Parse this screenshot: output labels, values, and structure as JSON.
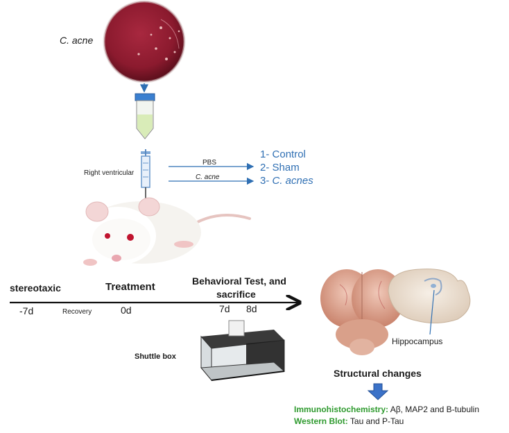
{
  "organism_label": "C. acne",
  "injection_site": "Right ventricular",
  "arrows": {
    "pbs": "PBS",
    "c_acne": "C. acne"
  },
  "groups": [
    {
      "num": "1-",
      "name": "Control"
    },
    {
      "num": "2-",
      "name": "Sham"
    },
    {
      "num": "3-",
      "name": "C. acnes"
    }
  ],
  "timeline": {
    "stages": [
      "stereotaxic",
      "Treatment",
      "Behavioral Test, and",
      "sacrifice"
    ],
    "recovery": "Recovery",
    "ticks": [
      "-7d",
      "0d",
      "7d",
      "8d"
    ]
  },
  "shuttle_box": "Shuttle box",
  "hippocampus": "Hippocampus",
  "structural_changes": "Structural changes",
  "methods": [
    {
      "name": "Immunohistochemistry:",
      "detail": "Aβ, MAP2 and B-tubulin"
    },
    {
      "name": "Western Blot:",
      "detail": "Tau and P-Tau"
    }
  ],
  "colors": {
    "petri_red": "#8b1a2e",
    "arrow_blue": "#2f6fb3",
    "method_green": "#2e9a2e",
    "brain_pink": "#d9a08a"
  }
}
